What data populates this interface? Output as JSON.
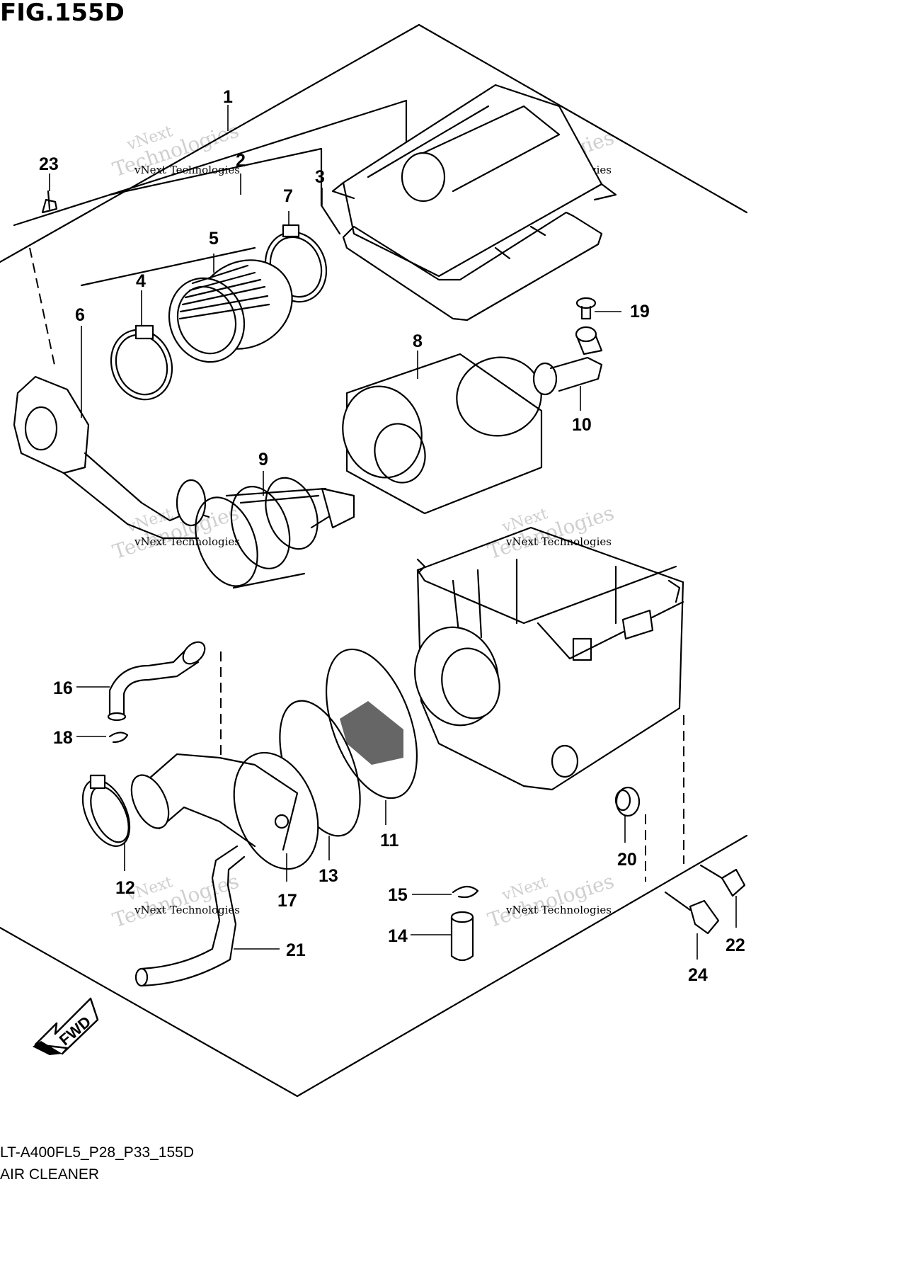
{
  "figure": {
    "title": "FIG.155D",
    "code": "LT-A400FL5_P28_P33_155D",
    "caption": "AIR CLEANER",
    "direction_label": "FWD"
  },
  "watermark": {
    "line1": "vNext Technologies",
    "line2": "vNext",
    "line3": "Technologies"
  },
  "callouts": [
    "1",
    "2",
    "3",
    "4",
    "5",
    "6",
    "7",
    "8",
    "9",
    "10",
    "11",
    "12",
    "13",
    "14",
    "15",
    "16",
    "17",
    "18",
    "19",
    "20",
    "21",
    "22",
    "23",
    "24"
  ]
}
